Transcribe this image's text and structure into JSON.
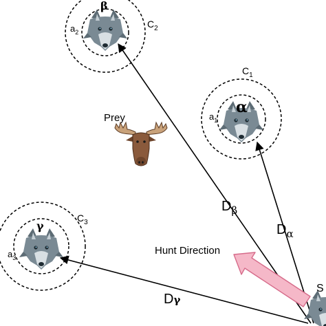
{
  "prey_label": "Prey",
  "hunt_direction_label": "Hunt Direction",
  "wolves": [
    {
      "role": "beta",
      "symbol": "β",
      "circle": "C",
      "circle_index": "2",
      "radius": "a",
      "radius_index": "2"
    },
    {
      "role": "alpha",
      "symbol": "α",
      "circle": "C",
      "circle_index": "1",
      "radius": "a",
      "radius_index": "1"
    },
    {
      "role": "gamma",
      "symbol": "γ",
      "circle": "C",
      "circle_index": "3",
      "radius": "a",
      "radius_index": "3"
    }
  ],
  "distances": {
    "beta": {
      "letter": "D",
      "sub": "β"
    },
    "alpha": {
      "letter": "D",
      "sub": "α"
    },
    "gamma": {
      "letter": "D",
      "sub": "γ"
    }
  },
  "search_agent_label": "S",
  "colors": {
    "wolf_fur": "#7a8a94",
    "wolf_light": "#d8dfe3",
    "arrow_fill": "#f5b8c8",
    "arrow_stroke": "#d66b8a",
    "moose_body": "#8a5a3c",
    "antler": "#c9a27a"
  }
}
